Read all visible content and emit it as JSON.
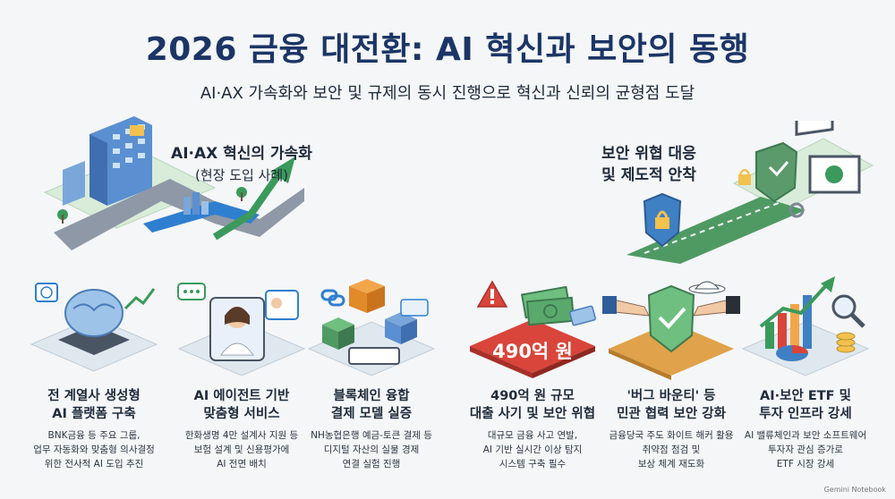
{
  "header": {
    "title": "2026 금융 대전환: AI 혁신과 보안의 동행",
    "subtitle": "AI·AX 가속화와 보안 및 규제의 동시 진행으로 혁신과 신뢰의 균형점 도달"
  },
  "left_section": {
    "title": "AI·AX 혁신의 가속화",
    "subtitle": "(현장 도입 사례)"
  },
  "right_section": {
    "title_line1": "보안 위협 대응",
    "title_line2": "및 제도적 안착"
  },
  "cards": [
    {
      "title_lines": [
        "전 계열사 생성형",
        "AI 플랫폼 구축"
      ],
      "desc_lines": [
        "BNK금융 등 주요 그룹,",
        "업무 자동화와 맞춤형 의사결정",
        "위한 전사적 AI 도입 추진"
      ],
      "icon": "ai-brain-chip-icon"
    },
    {
      "title_lines": [
        "AI 에이전트 기반",
        "맞춤형 서비스"
      ],
      "desc_lines": [
        "한화생명 4만 설계사 지원 등",
        "보험 설계 및 신용평가에",
        "AI 전면 배치"
      ],
      "icon": "ai-agent-advisor-icon"
    },
    {
      "title_lines": [
        "블록체인 융합",
        "결제 모델 실증"
      ],
      "desc_lines": [
        "NH농협은행 예금-토큰 결제 등",
        "디지털 자산의 실물 경제",
        "연결 실험 진행"
      ],
      "icon": "blockchain-cubes-icon"
    },
    {
      "title_lines": [
        "490억 원 규모",
        "대출 사기 및 보안 위협"
      ],
      "desc_lines": [
        "대규모 금융 사고 연발,",
        "AI 기반 실시간 이상 탐지",
        "시스템 구축 필수"
      ],
      "icon": "fraud-warning-icon",
      "badge": "490억 원"
    },
    {
      "title_lines": [
        "'버그 바운티' 등",
        "민관 협력 보안 강화"
      ],
      "desc_lines": [
        "금융당국 주도 화이트 해커 활용",
        "취약점 점검 및",
        "보상 체계 재도화"
      ],
      "icon": "handshake-shield-icon"
    },
    {
      "title_lines": [
        "AI·보안 ETF 및",
        "투자 인프라 강세"
      ],
      "desc_lines": [
        "AI 밸류체인과 보안 소프트웨어",
        "투자자 관심 증가로",
        "ETF 시장 강세"
      ],
      "icon": "etf-growth-chart-icon"
    }
  ],
  "watermark": "Gemini Notebook",
  "colors": {
    "title": "#1b3566",
    "accent_blue": "#2f7fd0",
    "accent_green": "#3a9a5b",
    "warning_red": "#d9453a"
  }
}
